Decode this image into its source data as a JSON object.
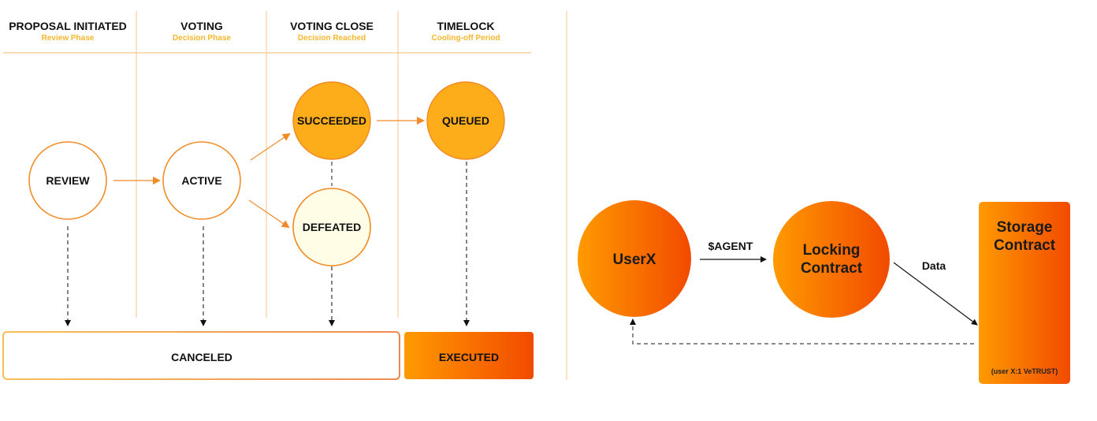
{
  "colors": {
    "orange_light": "#ffb627",
    "orange_mid": "#ff9900",
    "orange_dark": "#f24f00",
    "border_orange": "#f28c28",
    "divider": "#f5c58a",
    "subtitle": "#f5b72e",
    "defeated_fill": "#fffde6"
  },
  "left_diagram": {
    "phases": [
      {
        "title": "PROPOSAL INITIATED",
        "subtitle": "Review Phase"
      },
      {
        "title": "VOTING",
        "subtitle": "Decision Phase"
      },
      {
        "title": "VOTING CLOSE",
        "subtitle": "Decision Reached"
      },
      {
        "title": "TIMELOCK",
        "subtitle": "Cooling-off Period"
      }
    ],
    "states": {
      "review": "REVIEW",
      "active": "ACTIVE",
      "succeeded": "SUCCEEDED",
      "defeated": "DEFEATED",
      "queued": "QUEUED"
    },
    "outcomes": {
      "canceled": "CANCELED",
      "executed": "EXECUTED"
    }
  },
  "right_diagram": {
    "user": "UserX",
    "token_label": "$AGENT",
    "locking_line1": "Locking",
    "locking_line2": "Contract",
    "data_label": "Data",
    "storage_line1": "Storage",
    "storage_line2": "Contract",
    "storage_note": "(user X:1 VeTRUST)"
  }
}
